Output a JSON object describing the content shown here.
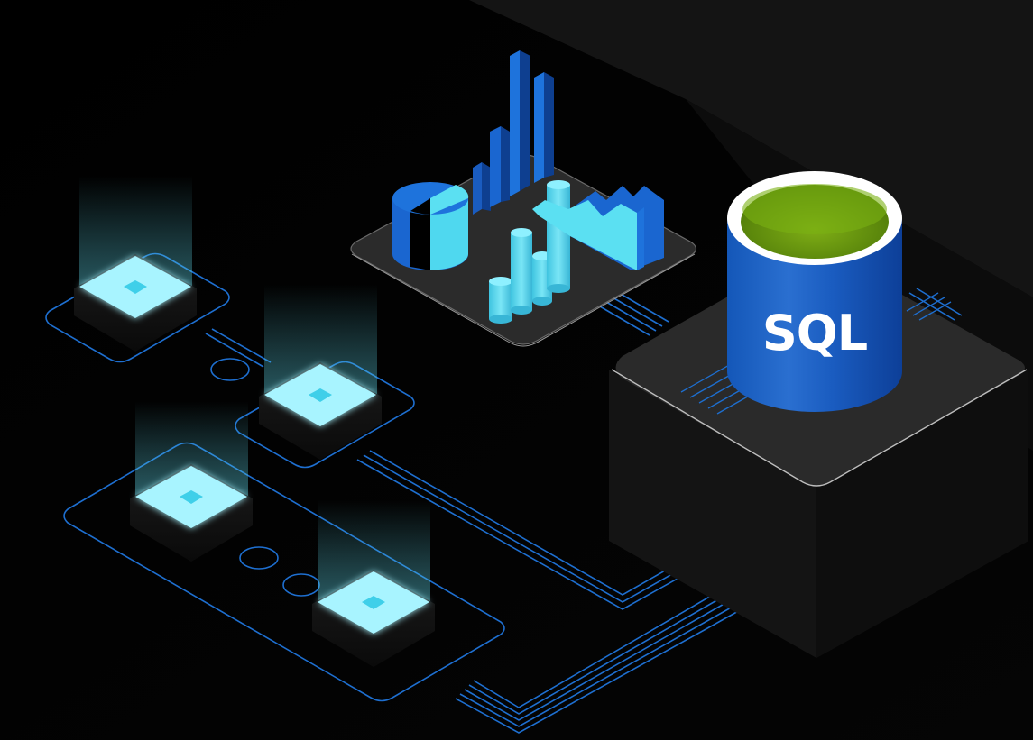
{
  "illustration": {
    "subject": "isometric data platform illustration",
    "database": {
      "label": "SQL",
      "body_color": "#1565c8",
      "top_rim_color": "#ffffff",
      "top_fill_color": "#6a9a10"
    },
    "analytics_platform": {
      "charts": [
        "pie-chart",
        "bar-chart",
        "cylinder-bar-chart",
        "area-chart"
      ]
    },
    "nodes": {
      "count": 4,
      "glow_color": "#8ef0ff"
    },
    "colors": {
      "background": "#000000",
      "circuit_lines": "#1e6fd0",
      "platform_surface": "#2a2a2a",
      "accent_light": "#4fd8ef",
      "accent_dark": "#1a66d0"
    }
  }
}
